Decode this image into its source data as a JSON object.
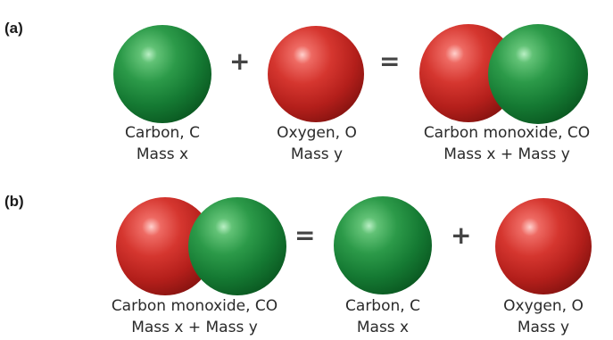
{
  "panel_a": {
    "label": "(a)",
    "plus": "+",
    "equals": "=",
    "carbon": {
      "name": "Carbon, C",
      "mass": "Mass x"
    },
    "oxygen": {
      "name": "Oxygen, O",
      "mass": "Mass y"
    },
    "co": {
      "name": "Carbon monoxide, CO",
      "mass": "Mass x + Mass y"
    }
  },
  "panel_b": {
    "label": "(b)",
    "equals": "=",
    "plus": "+",
    "co": {
      "name": "Carbon monoxide, CO",
      "mass": "Mass x + Mass y"
    },
    "carbon": {
      "name": "Carbon, C",
      "mass": "Mass x"
    },
    "oxygen": {
      "name": "Oxygen, O",
      "mass": "Mass y"
    }
  },
  "colors": {
    "carbon": "#1f8a3f",
    "oxygen": "#c62a24"
  }
}
